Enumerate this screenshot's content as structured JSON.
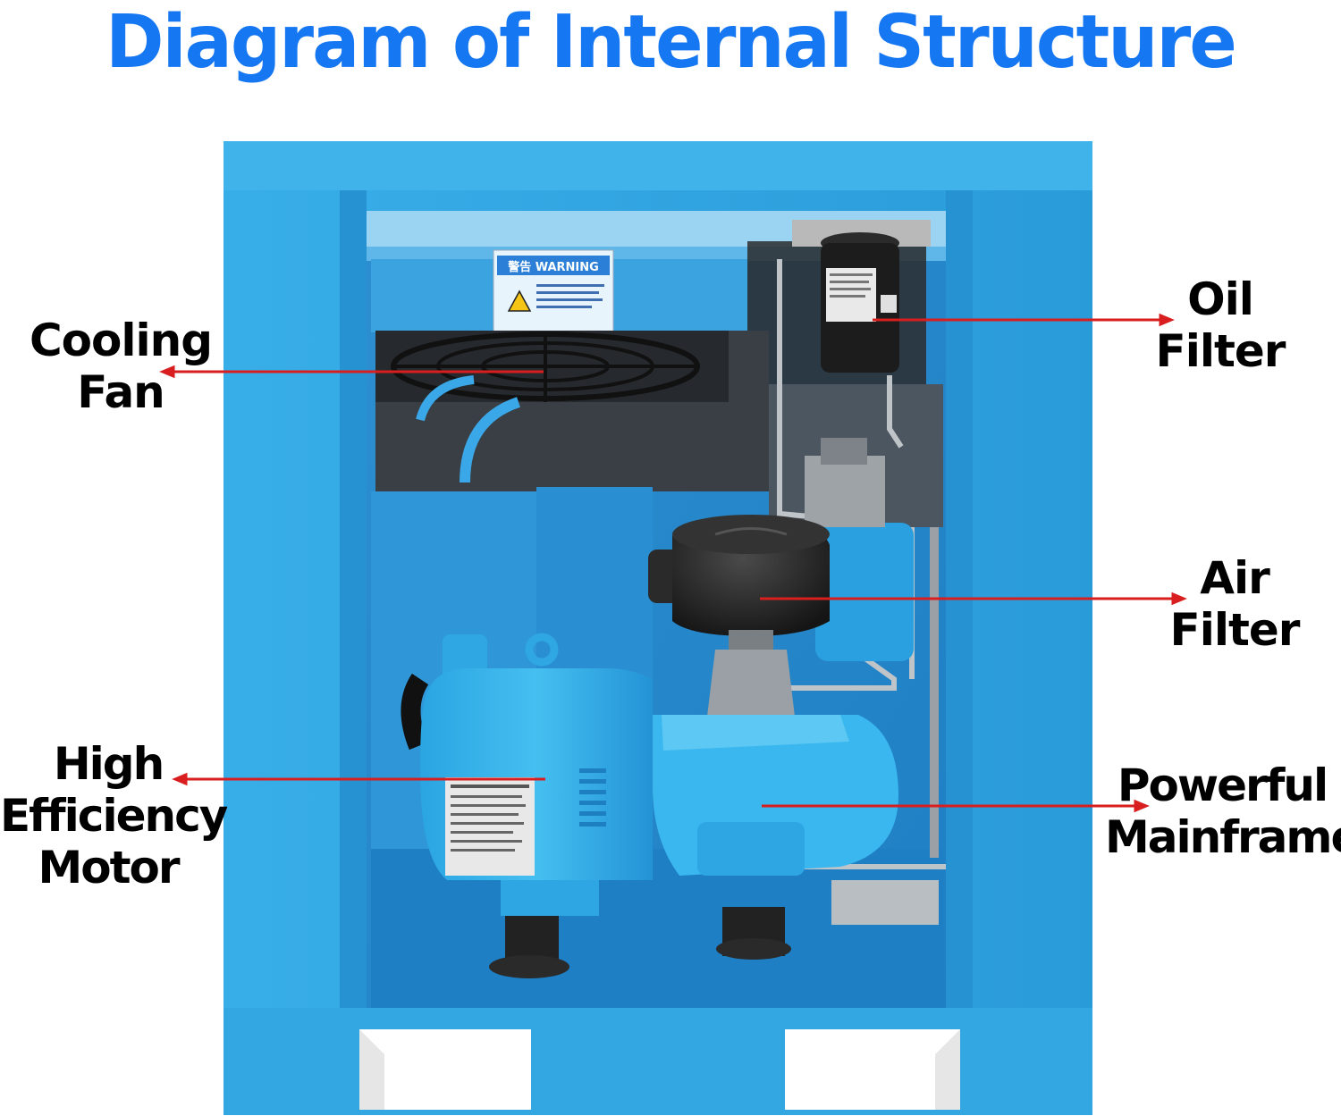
{
  "title": "Diagram of Internal Structure",
  "warning_sign": {
    "heading": "警告 WARNING"
  },
  "labels": {
    "cooling_fan": [
      "Cooling",
      "Fan"
    ],
    "oil_filter": [
      "Oil",
      "Filter"
    ],
    "air_filter": [
      "Air",
      "Filter"
    ],
    "motor": [
      "High",
      "Efficiency",
      "Motor"
    ],
    "mainframe": [
      "Powerful",
      "Mainframe"
    ]
  },
  "colors": {
    "title": "#1677f2",
    "cabinet": "#34a9e4",
    "cabinet_dark": "#1f8fd0",
    "pointer": "#d81e1e",
    "label": "#000000"
  }
}
